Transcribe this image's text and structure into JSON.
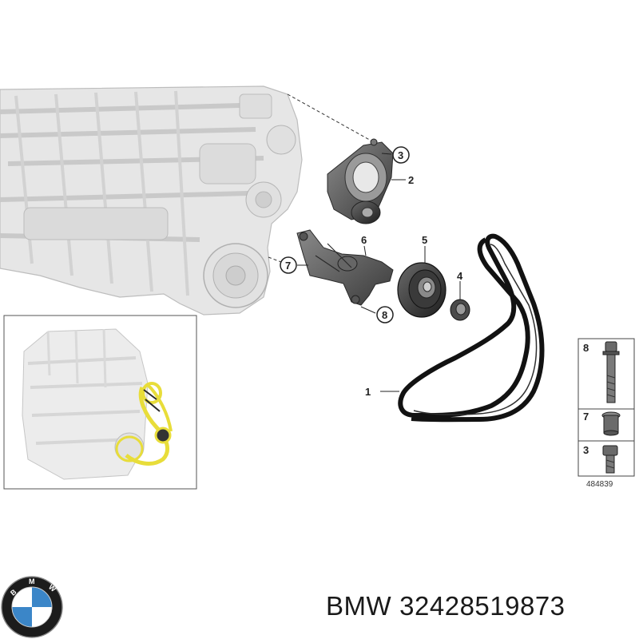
{
  "diagram": {
    "callouts": [
      {
        "id": "callout-1",
        "label": "1"
      },
      {
        "id": "callout-2",
        "label": "2"
      },
      {
        "id": "callout-3",
        "label": "3"
      },
      {
        "id": "callout-4",
        "label": "4"
      },
      {
        "id": "callout-5",
        "label": "5"
      },
      {
        "id": "callout-6",
        "label": "6"
      },
      {
        "id": "callout-7",
        "label": "7"
      },
      {
        "id": "callout-8",
        "label": "8"
      }
    ],
    "side_panel": {
      "items": [
        {
          "label": "8",
          "part": "bolt-long"
        },
        {
          "label": "7",
          "part": "sleeve"
        },
        {
          "label": "3",
          "part": "bolt-short"
        }
      ],
      "reference": "484839"
    }
  },
  "caption": {
    "brand": "BMW",
    "part_number": "32428519873"
  },
  "logo": {
    "letters": [
      "B",
      "M",
      "W"
    ],
    "colors": {
      "ring": "#1c1c1c",
      "blue": "#3b86c8",
      "white": "#ffffff"
    }
  },
  "colors": {
    "engine_fill": "#e6e6e6",
    "engine_stroke": "#bdbdbd",
    "part_dark": "#3c3c3c",
    "belt": "#121212",
    "highlight_yellow": "#e8dd3a"
  }
}
